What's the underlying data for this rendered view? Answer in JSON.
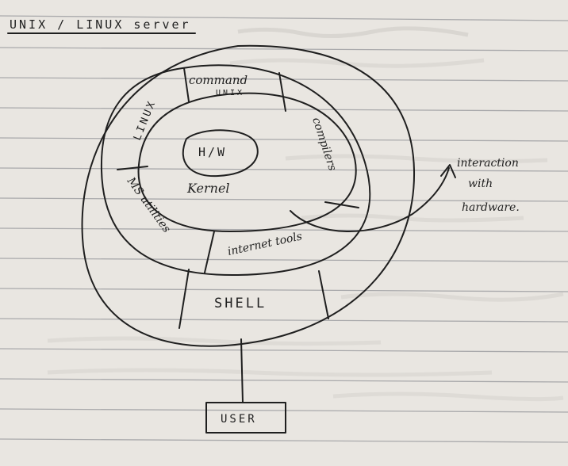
{
  "diagram": {
    "title": "UNIX / LINUX server",
    "layers": {
      "core": "H/W",
      "kernel": "Kernel",
      "shell": "SHELL"
    },
    "segments": {
      "command_unix_line1": "command",
      "command_unix_line2": "UNIX",
      "compilers": "compilers",
      "linux": "LINUX",
      "ms_utilities": "MS utilities",
      "internet_tools": "internet tools"
    },
    "user": "USER",
    "annotation": {
      "line1": "interaction",
      "line2": "with",
      "line3": "hardware."
    }
  },
  "colors": {
    "paper": "#e9e6e1",
    "ink": "#1f1f1f",
    "ruled_line": "#a9a9ab",
    "bleed_through": "#c9c6c2"
  }
}
